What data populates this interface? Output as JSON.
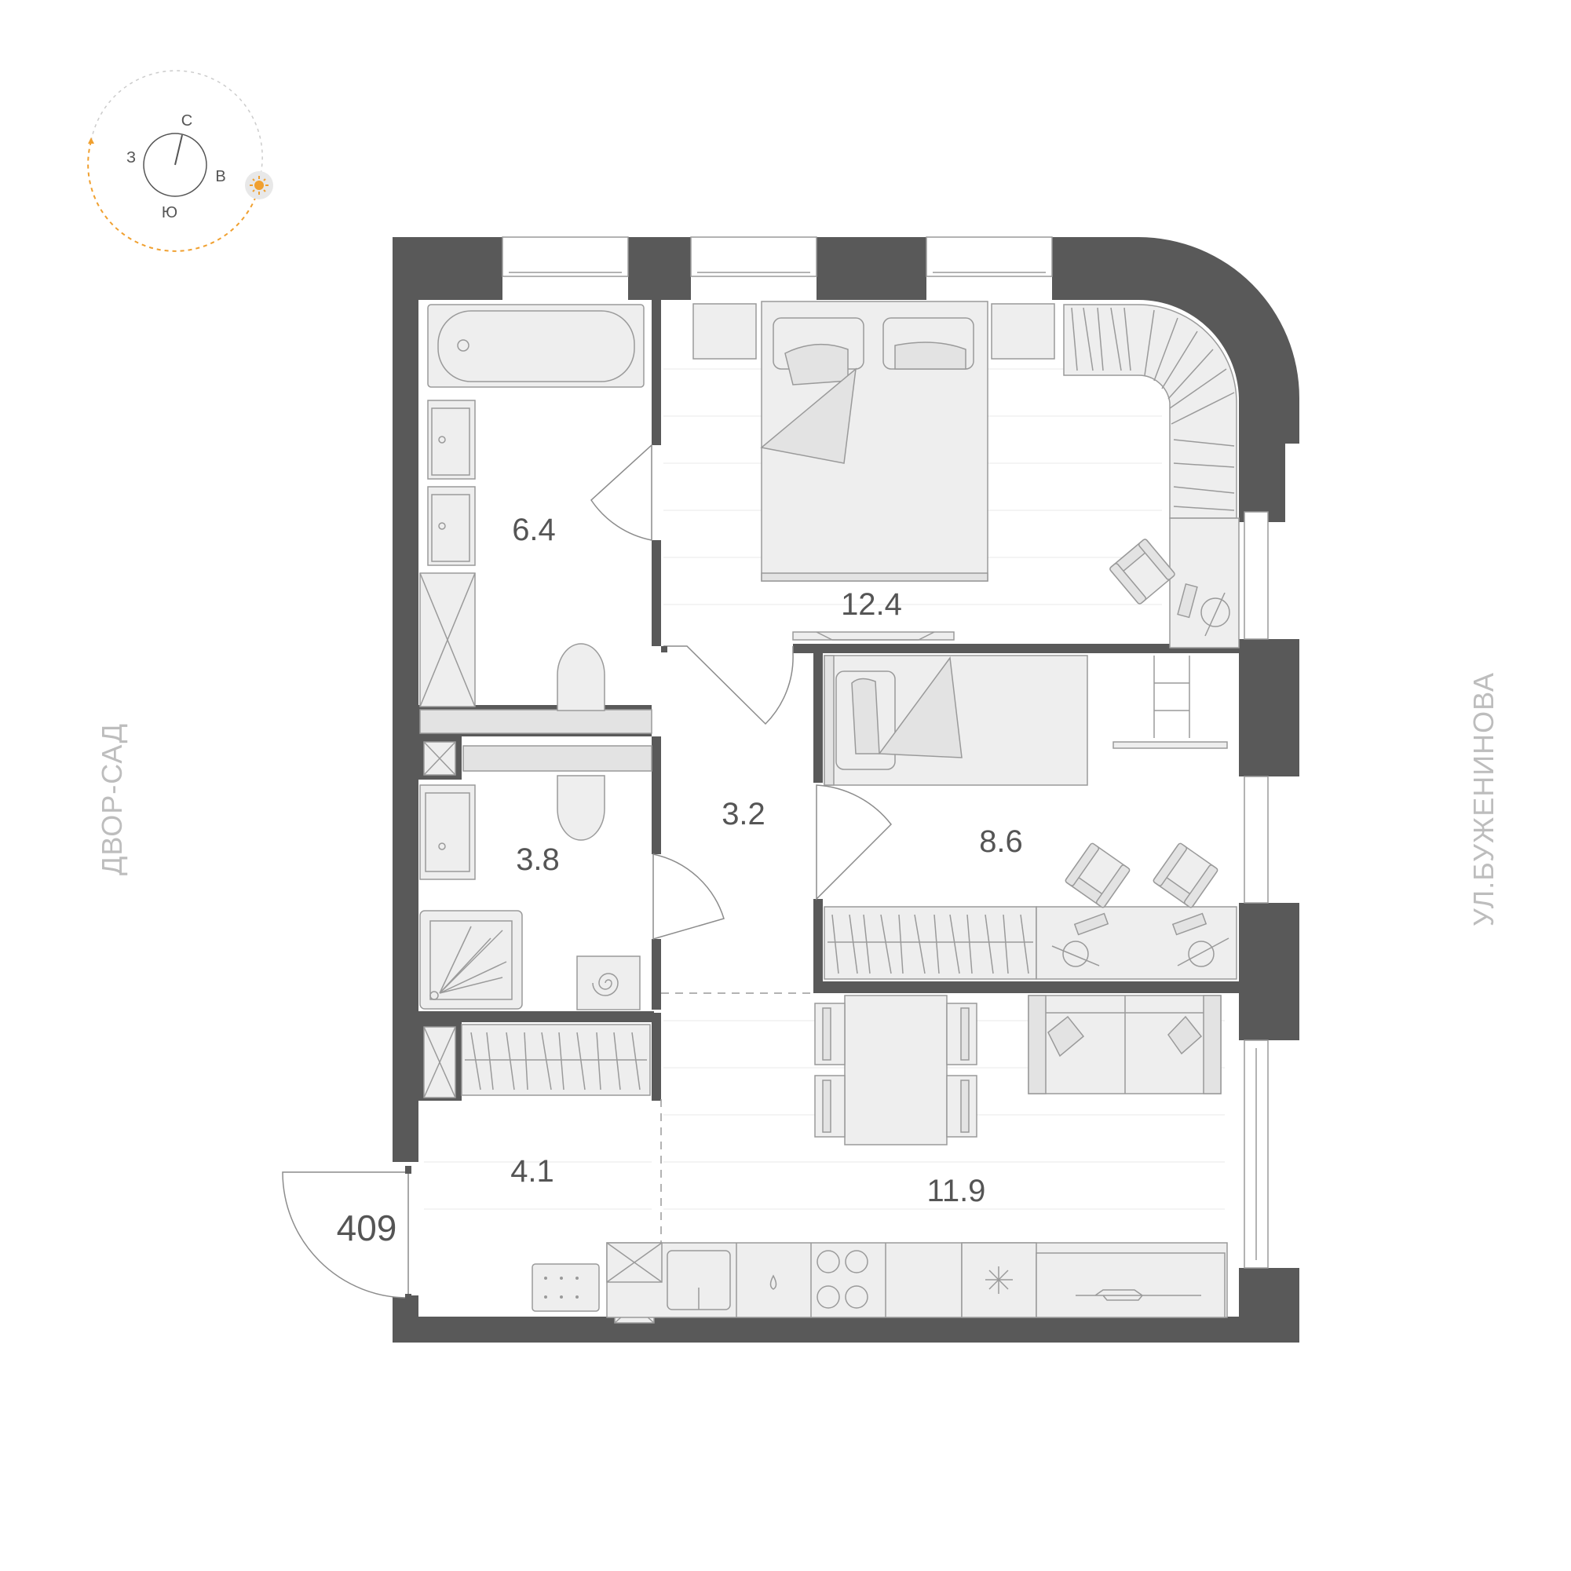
{
  "plan": {
    "apartment_number": "409",
    "rooms": [
      {
        "id": "bathroom",
        "area": "6.4"
      },
      {
        "id": "bedroom",
        "area": "12.4"
      },
      {
        "id": "hall",
        "area": "3.2"
      },
      {
        "id": "kids-room",
        "area": "8.6"
      },
      {
        "id": "shower-room",
        "area": "3.8"
      },
      {
        "id": "entrance",
        "area": "4.1"
      },
      {
        "id": "kitchen-living",
        "area": "11.9"
      }
    ],
    "streets": {
      "left": "ДВОР-САД",
      "right": "УЛ.БУЖЕНИНОВА"
    }
  },
  "compass": {
    "north": "С",
    "south": "Ю",
    "west": "З",
    "east": "В",
    "sun_icon": "sun-icon",
    "accent_color": "#f0a030"
  },
  "colors": {
    "walls": "#595959",
    "furniture": "#eeeeee",
    "labels": "#555555",
    "street_labels": "#bdbdbd"
  }
}
